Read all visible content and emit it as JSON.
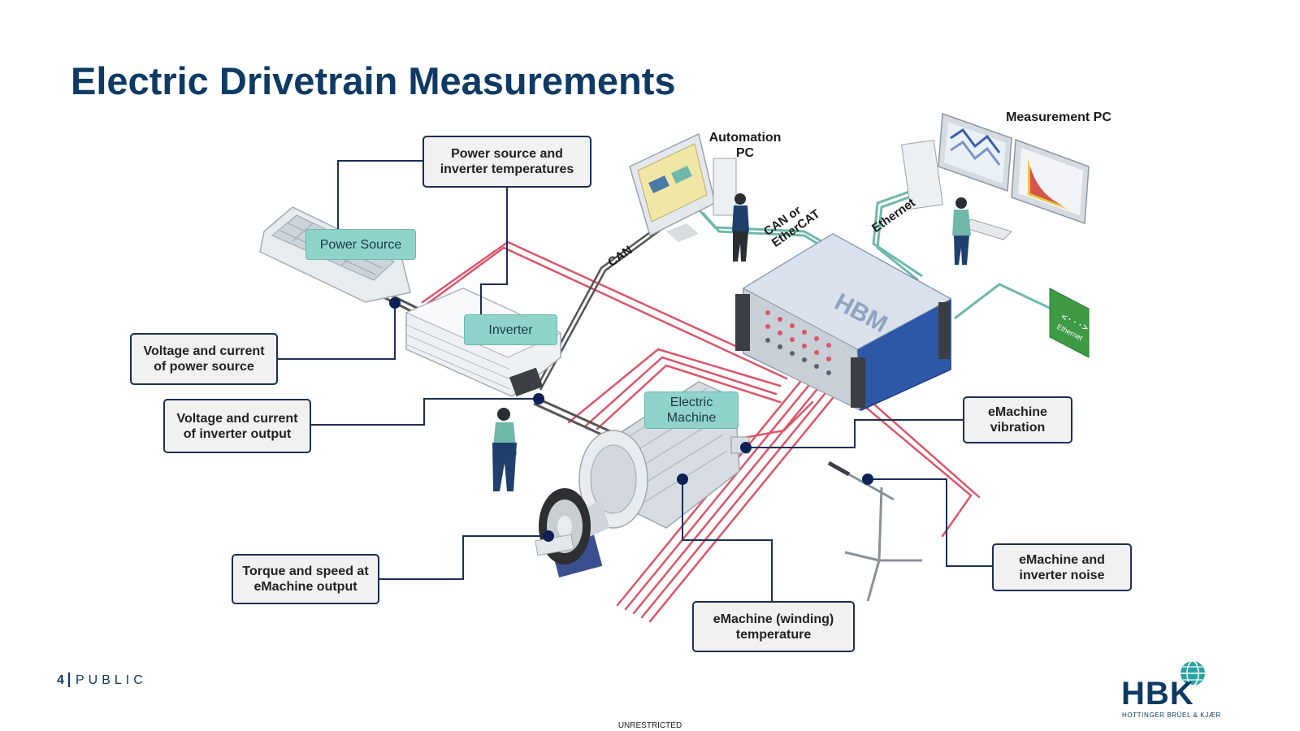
{
  "title": "Electric Drivetrain Measurements",
  "callouts": {
    "power_temps": "Power source and\ninverter temperatures",
    "source_voltage": "Voltage and current\nof power source",
    "inverter_output": "Voltage and current\nof inverter output",
    "torque_speed": "Torque and speed at\neMachine output",
    "winding_temp": "eMachine (winding)\ntemperature",
    "vibration": "eMachine\nvibration",
    "noise": "eMachine and\ninverter noise"
  },
  "components": {
    "power_source": "Power Source",
    "inverter": "Inverter",
    "electric_machine": "Electric\nMachine"
  },
  "labels": {
    "automation_pc": "Automation\nPC",
    "measurement_pc": "Measurement  PC",
    "can": "CAN",
    "can_ethercat": "CAN or\nEtherCAT",
    "ethernet": "Ethernet",
    "daq_brand": "HBM",
    "ethernet_badge": "Ethernet"
  },
  "footer": {
    "page_number": "4",
    "classification": "PUBLIC",
    "unrestricted": "UNRESTRICTED",
    "logo": "HBK",
    "logo_subtitle": "HOTTINGER BRÜEL & KJÆR"
  },
  "colors": {
    "title": "#0e3a63",
    "callout_border": "#1c2f52",
    "component_tag": "#8fd3cb",
    "power_cable": "#d9566a",
    "network_cable": "#6fb8aa",
    "can_cable": "#555555"
  }
}
